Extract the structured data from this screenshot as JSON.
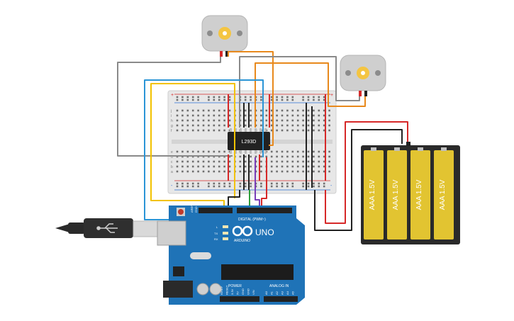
{
  "arduino": {
    "uno_label": "UNO",
    "arduino_label": "ARDUINO",
    "digital_label": "DIGITAL (PWM~)",
    "power_label": "POWER",
    "analog_label": "ANALOG IN",
    "tx_label": "TX",
    "rx_label": "RX",
    "l_label": "L",
    "aref_label": "AREF",
    "gnd_label": "GND",
    "power_pins": [
      "IOREF",
      "RESET",
      "3.3V",
      "5V",
      "GND",
      "GND",
      "VIN"
    ],
    "analog_pins": [
      "A0",
      "A1",
      "A2",
      "A3",
      "A4",
      "A5"
    ]
  },
  "chip": {
    "label": "L293D"
  },
  "battery": {
    "cells": [
      "AAA 1.5V",
      "AAA 1.5V",
      "AAA 1.5V",
      "AAA 1.5V"
    ]
  },
  "breadboard": {
    "plus": "+",
    "minus": "-",
    "row_letters_top": [
      "j",
      "i",
      "h",
      "g",
      "f"
    ],
    "row_letters_bottom": [
      "e",
      "d",
      "c",
      "b",
      "a"
    ]
  },
  "colors": {
    "wire_red": "#d62828",
    "wire_black": "#222222",
    "wire_orange": "#e8891c",
    "wire_blue": "#2b95d6",
    "wire_yellow": "#f2c200",
    "wire_gray": "#8a8a8a",
    "wire_purple": "#7a3db8",
    "wire_green": "#2e9e3a",
    "arduino_board": "#1f73b7",
    "battery_cell": "#e2c431"
  }
}
